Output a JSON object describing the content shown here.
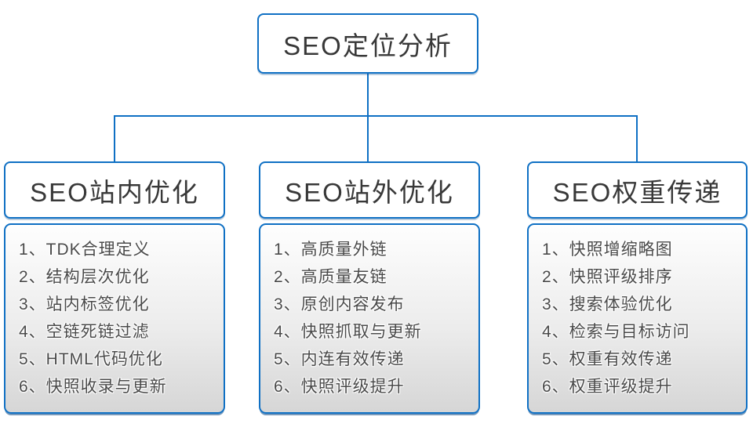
{
  "diagram": {
    "root": {
      "label": "SEO定位分析"
    },
    "columns": [
      {
        "title": "SEO站内优化",
        "items": [
          "1、TDK合理定义",
          "2、结构层次优化",
          "3、站内标签优化",
          "4、空链死链过滤",
          "5、HTML代码优化",
          "6、快照收录与更新"
        ]
      },
      {
        "title": "SEO站外优化",
        "items": [
          "1、高质量外链",
          "2、高质量友链",
          "3、原创内容发布",
          "4、快照抓取与更新",
          "5、内连有效传递",
          "6、快照评级提升"
        ]
      },
      {
        "title": "SEO权重传递",
        "items": [
          "1、快照增缩略图",
          "2、快照评级排序",
          "3、搜索体验优化",
          "4、检索与目标访问",
          "5、权重有效传递",
          "6、权重评级提升"
        ]
      }
    ]
  },
  "colors": {
    "connector_line": "#0f70c4",
    "box_border": "#0f70c4",
    "box_shadow": "#0b4d8a",
    "header_text": "#383838",
    "item_text": "#4a4a4a",
    "list_bg_top": "#fefefe",
    "list_bg_bottom": "#d6d6d6"
  }
}
